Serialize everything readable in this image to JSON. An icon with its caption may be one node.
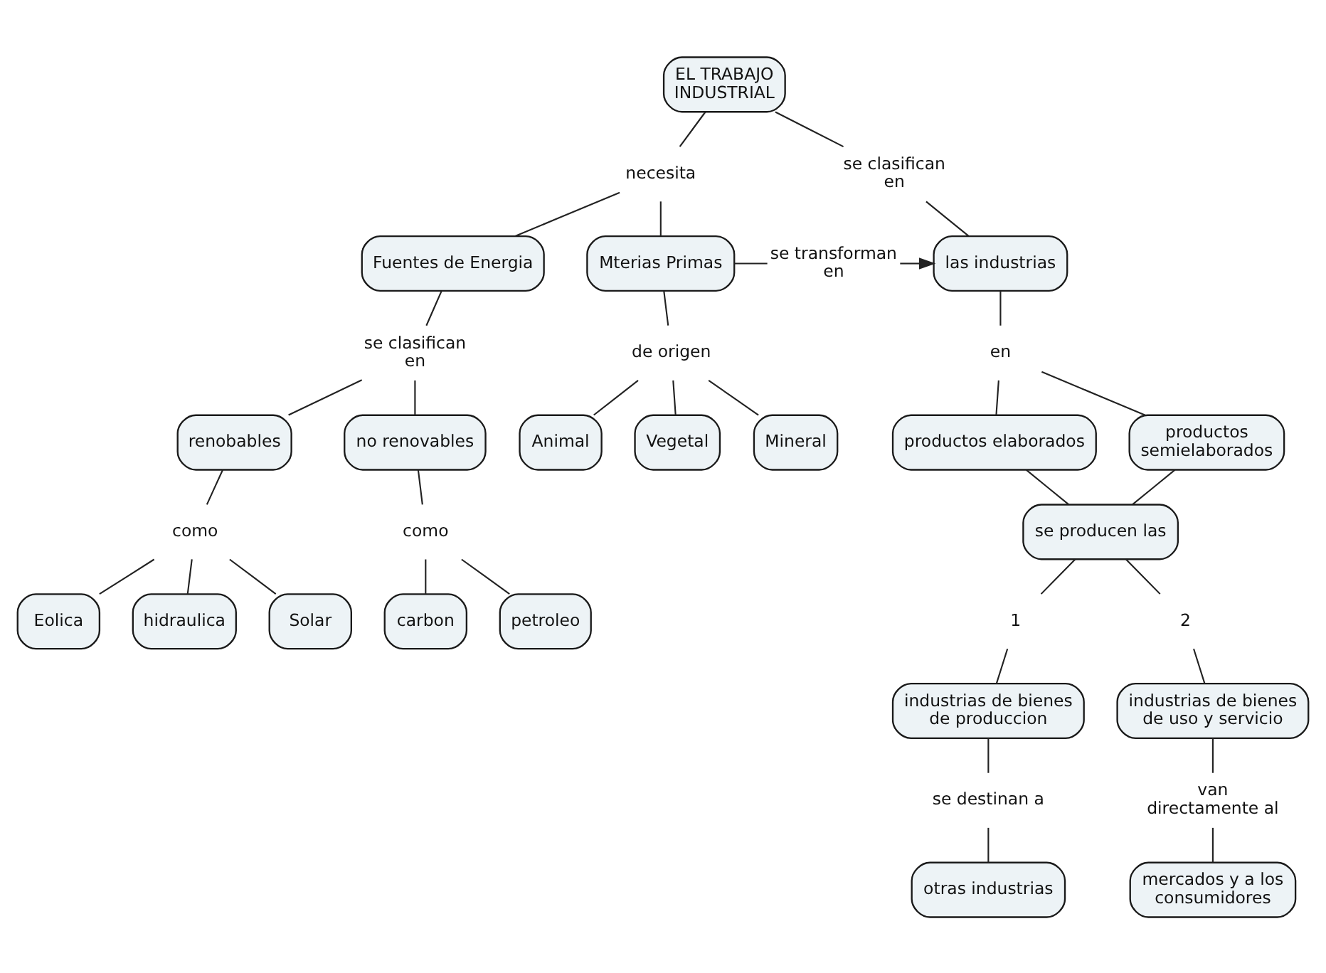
{
  "diagram": {
    "nodes": [
      {
        "text": [
          "EL TRABAJO INDUSTRIAL"
        ]
      },
      {
        "text": [
          "necesita"
        ]
      },
      {
        "text": [
          "se clasifican en"
        ]
      },
      {
        "text": [
          "Fuentes de Energia"
        ]
      },
      {
        "text": [
          "Mterias Primas"
        ]
      },
      {
        "text": [
          "se transforman en"
        ]
      },
      {
        "text": [
          "las industrias"
        ]
      },
      {
        "text": [
          "en"
        ]
      },
      {
        "text": [
          "se clasifican en"
        ]
      },
      {
        "text": [
          "de origen"
        ]
      },
      {
        "text": [
          "Animal"
        ]
      },
      {
        "text": [
          "Vegetal"
        ]
      },
      {
        "text": [
          "Mineral"
        ]
      },
      {
        "text": [
          "productos elaborados"
        ]
      },
      {
        "text": [
          "productos semielaborados"
        ]
      },
      {
        "text": [
          "renobables"
        ]
      },
      {
        "text": [
          "no renovables"
        ]
      },
      {
        "text": [
          "como"
        ]
      },
      {
        "text": [
          "como"
        ]
      },
      {
        "text": [
          "se producen las"
        ]
      },
      {
        "text": [
          "Eolica"
        ]
      },
      {
        "text": [
          "hidraulica"
        ]
      },
      {
        "text": [
          "carbon"
        ]
      },
      {
        "text": [
          "1"
        ]
      },
      {
        "text": [
          "2"
        ]
      },
      {
        "text": [
          "Solar"
        ]
      },
      {
        "text": [
          "petroleo"
        ]
      },
      {
        "text": [
          "industrias de bienes de produccion"
        ]
      },
      {
        "text": [
          "industrias de bienes de uso y servicio"
        ]
      },
      {
        "text": [
          "se destinan a"
        ]
      },
      {
        "text": [
          "van directamente al"
        ]
      },
      {
        "text": [
          "otras industrias"
        ]
      },
      {
        "text": [
          "mercados y a los consumidores"
        ]
      }
    ],
    "edges": [
      {
        "from": 0,
        "to": 1,
        "arrow": "none"
      },
      {
        "from": 1,
        "to": 3,
        "arrow": "none"
      },
      {
        "from": 1,
        "to": 4,
        "arrow": "none"
      },
      {
        "from": 0,
        "to": 2,
        "arrow": "none"
      },
      {
        "from": 2,
        "to": 6,
        "arrow": "none"
      },
      {
        "from": 4,
        "to": 5,
        "arrow": "none"
      },
      {
        "from": 5,
        "to": 6,
        "arrow": "to"
      },
      {
        "from": 3,
        "to": 8,
        "arrow": "none"
      },
      {
        "from": 8,
        "to": 15,
        "arrow": "none"
      },
      {
        "from": 8,
        "to": 16,
        "arrow": "none"
      },
      {
        "from": 4,
        "to": 9,
        "arrow": "none"
      },
      {
        "from": 9,
        "to": 10,
        "arrow": "none"
      },
      {
        "from": 9,
        "to": 11,
        "arrow": "none"
      },
      {
        "from": 9,
        "to": 12,
        "arrow": "none"
      },
      {
        "from": 6,
        "to": 7,
        "arrow": "none"
      },
      {
        "from": 7,
        "to": 13,
        "arrow": "none"
      },
      {
        "from": 7,
        "to": 14,
        "arrow": "none"
      },
      {
        "from": 15,
        "to": 17,
        "arrow": "none"
      },
      {
        "from": 17,
        "to": 20,
        "arrow": "none"
      },
      {
        "from": 17,
        "to": 25,
        "arrow": "none"
      },
      {
        "from": 17,
        "to": 21,
        "arrow": "none"
      },
      {
        "from": 16,
        "to": 18,
        "arrow": "none"
      },
      {
        "from": 18,
        "to": 26,
        "arrow": "none"
      },
      {
        "from": 18,
        "to": 22,
        "arrow": "none"
      },
      {
        "from": 13,
        "to": 19,
        "arrow": "none"
      },
      {
        "from": 14,
        "to": 19,
        "arrow": "none"
      },
      {
        "from": 19,
        "to": 23,
        "arrow": "none"
      },
      {
        "from": 23,
        "to": 27,
        "arrow": "none"
      },
      {
        "from": 19,
        "to": 24,
        "arrow": "none"
      },
      {
        "from": 24,
        "to": 28,
        "arrow": "none"
      },
      {
        "from": 27,
        "to": 29,
        "arrow": "none"
      },
      {
        "from": 29,
        "to": 31,
        "arrow": "none"
      },
      {
        "from": 28,
        "to": 30,
        "arrow": "none"
      },
      {
        "from": 30,
        "to": 32,
        "arrow": "none"
      }
    ]
  }
}
